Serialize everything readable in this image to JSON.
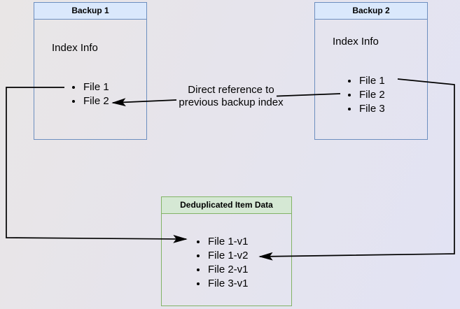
{
  "backup1": {
    "title": "Backup 1",
    "section_label": "Index Info",
    "files": [
      "File 1",
      "File 2"
    ]
  },
  "backup2": {
    "title": "Backup 2",
    "section_label": "Index Info",
    "files": [
      "File 1",
      "File 2",
      "File 3"
    ]
  },
  "dedup": {
    "title": "Deduplicated Item Data",
    "items": [
      "File 1-v1",
      "File 1-v2",
      "File 2-v1",
      "File 3-v1"
    ]
  },
  "annotation": {
    "line1": "Direct reference to",
    "line2": "previous backup index"
  },
  "colors": {
    "backup_border": "#6c8ebf",
    "backup_header_fill": "#dae8fc",
    "dedup_border": "#82b366",
    "dedup_header_fill": "#d5e8d4",
    "connector": "#000000",
    "background_left": "#e9e6e6",
    "background_right": "#e2e3f4"
  }
}
